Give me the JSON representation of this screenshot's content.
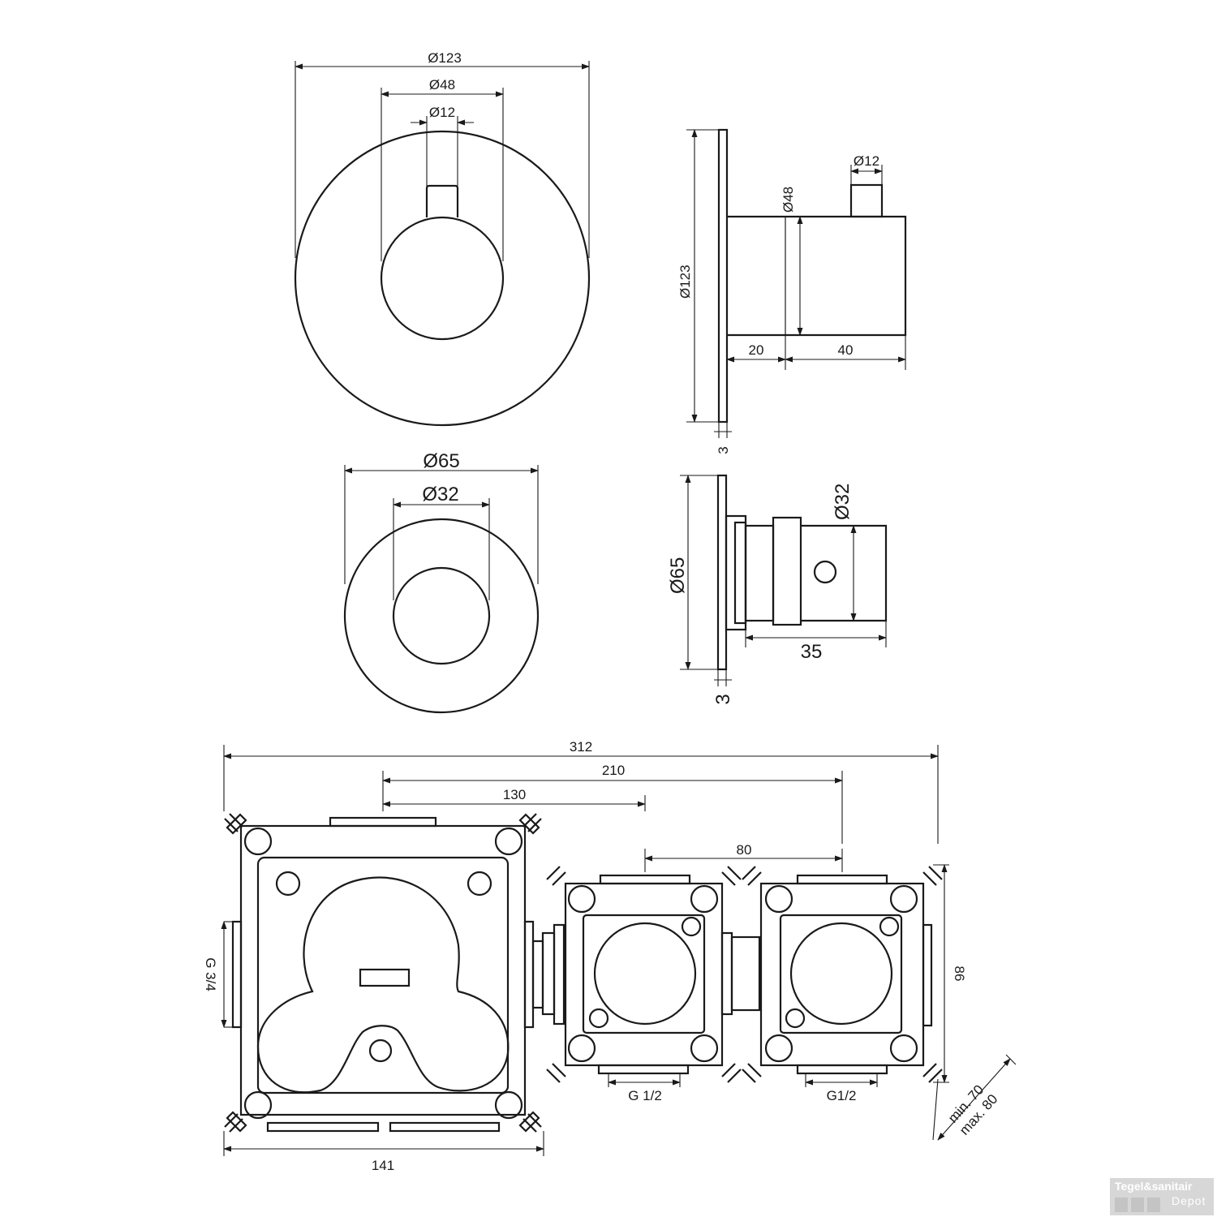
{
  "top_view": {
    "d_outer": "Ø123",
    "d_handle": "Ø48",
    "d_lever": "Ø12"
  },
  "top_side": {
    "d_lever": "Ø12",
    "d_handle": "Ø48",
    "d_plate": "Ø123",
    "len_a": "20",
    "len_b": "40",
    "plate_thickness": "3"
  },
  "mid_view": {
    "d_outer": "Ø65",
    "d_inner": "Ø32"
  },
  "mid_side": {
    "d_inner": "Ø32",
    "d_plate": "Ø65",
    "len": "35",
    "plate_thickness": "3"
  },
  "box": {
    "total_width": "312",
    "centers_210": "210",
    "centers_130": "130",
    "pitch_80": "80",
    "main_width": "141",
    "small_height": "86",
    "thread_left": "G 3/4",
    "thread_mid": "G 1/2",
    "thread_right": "G1/2",
    "depth_min": "min. 70",
    "depth_max": "max. 80"
  },
  "logo": {
    "brand": "Tegel&sanitair",
    "sub": "Depot"
  }
}
